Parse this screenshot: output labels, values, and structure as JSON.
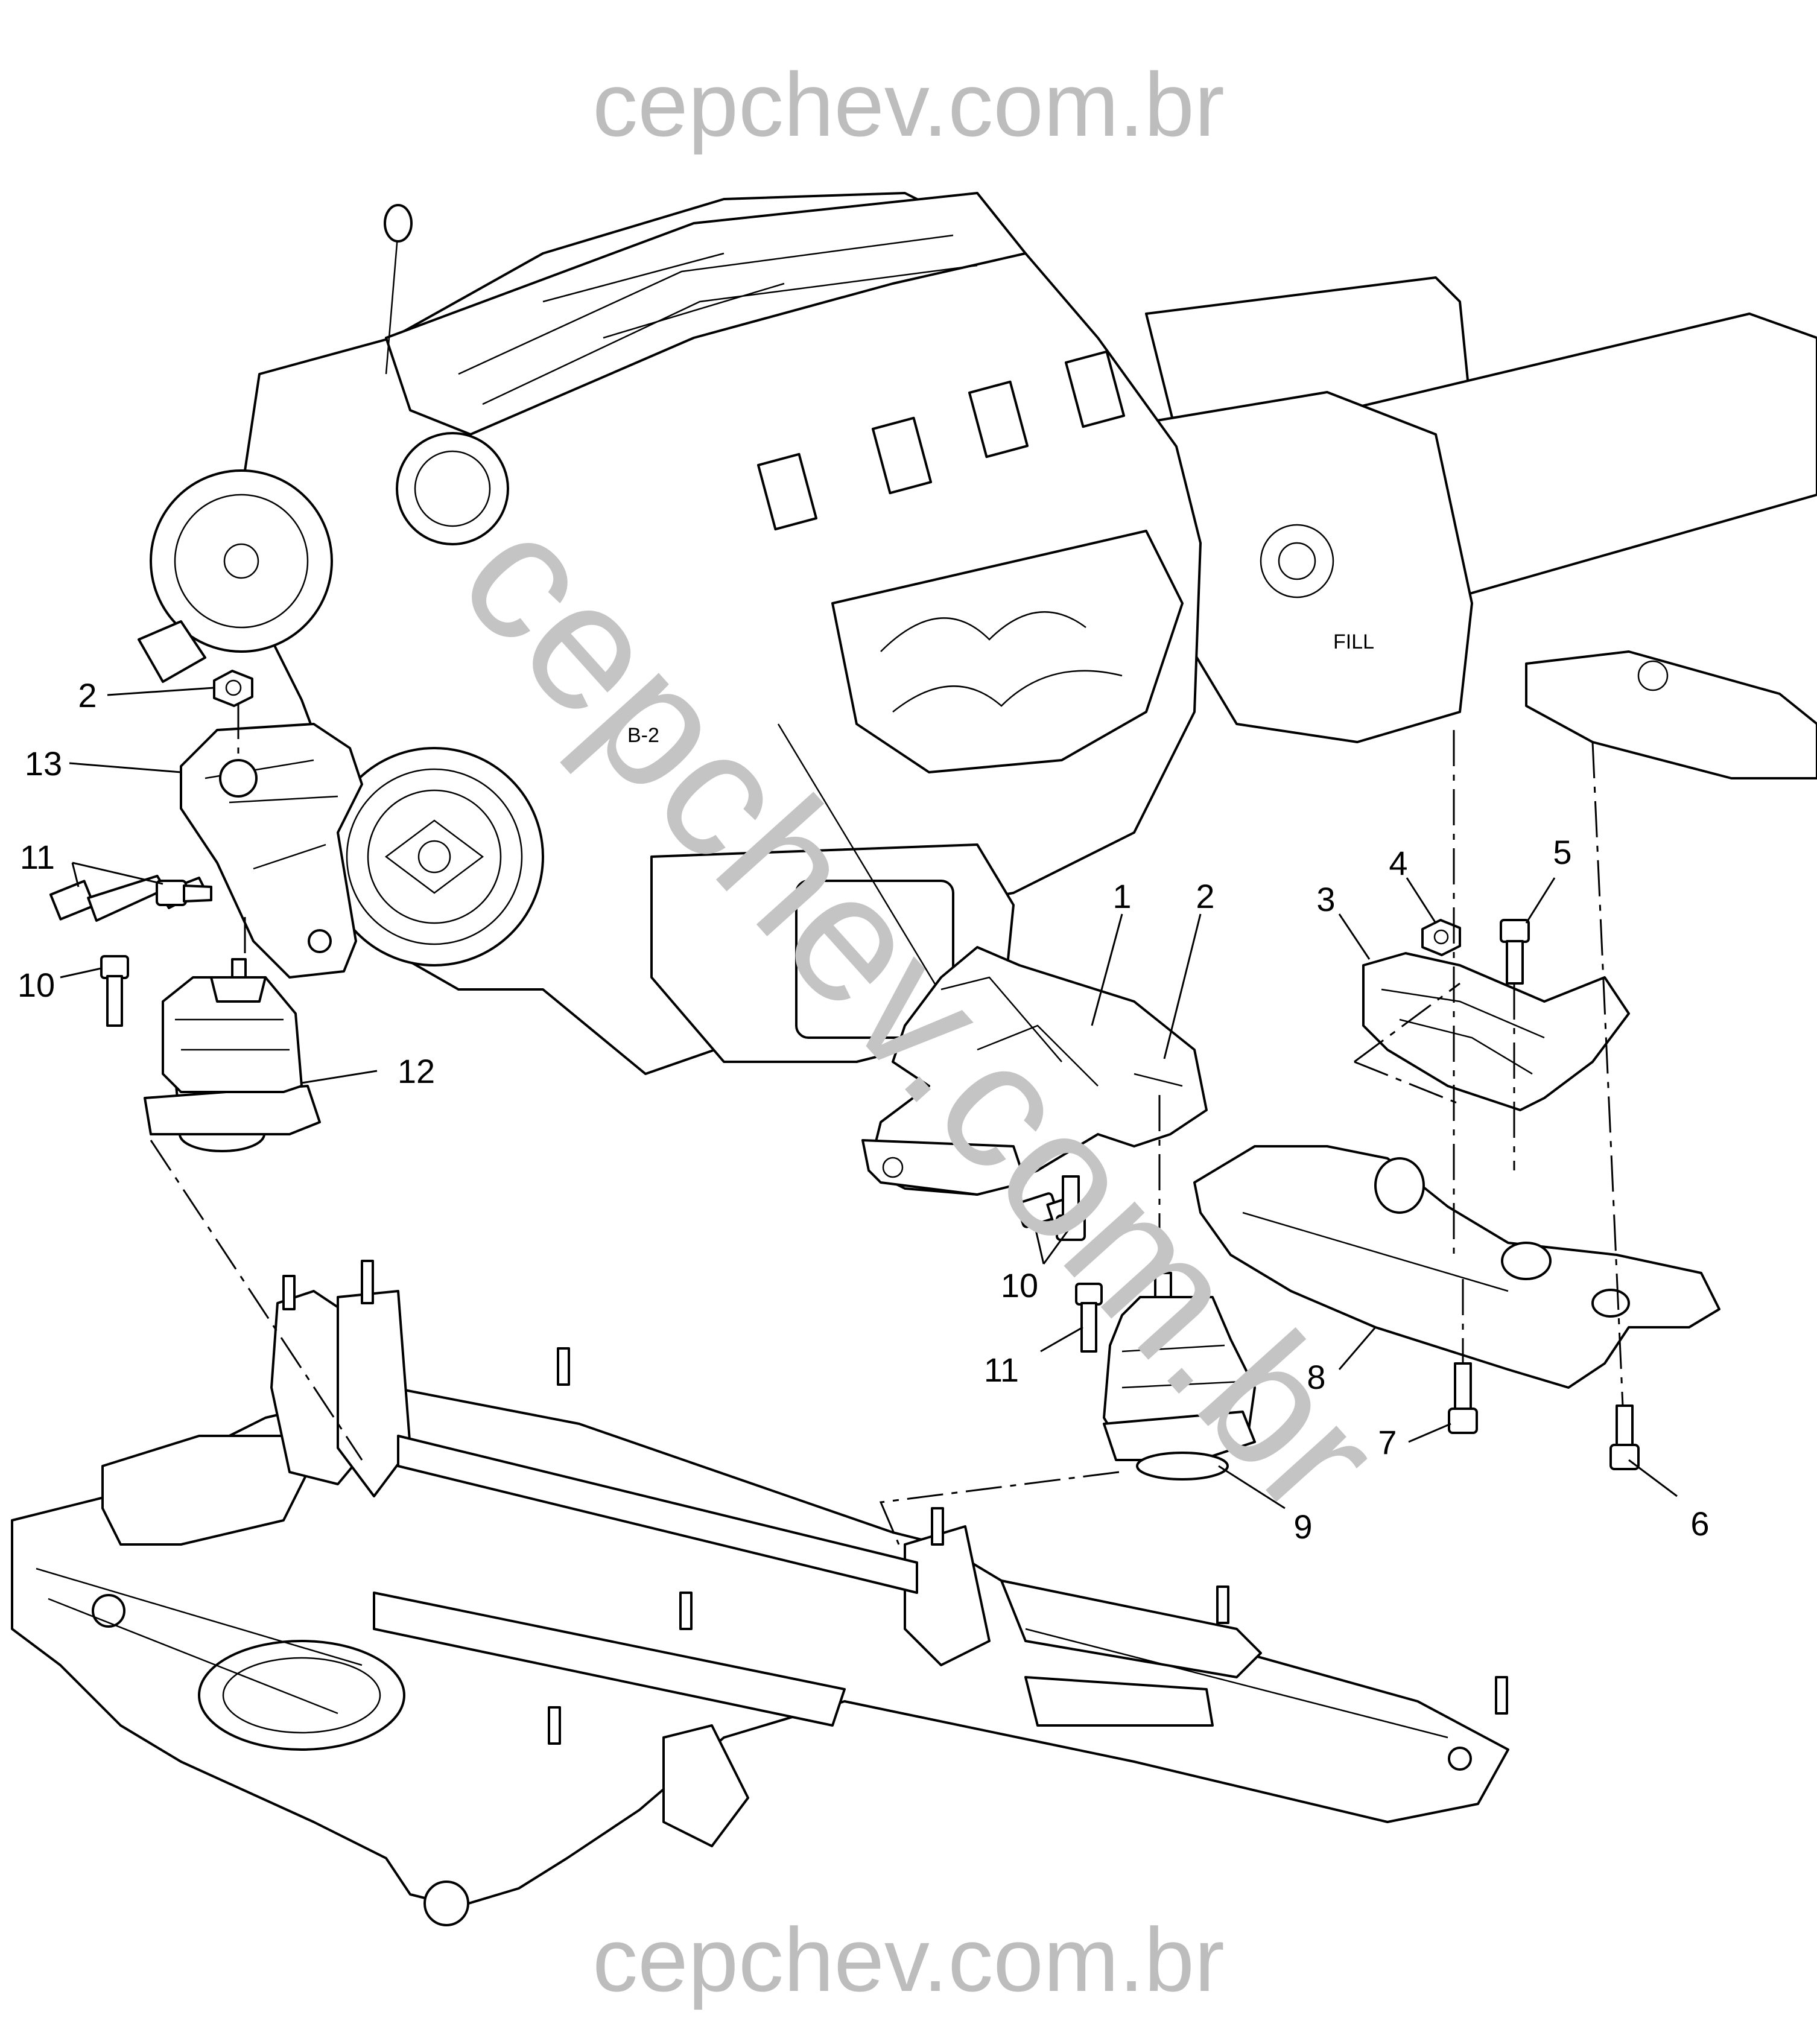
{
  "watermark": {
    "top": "cepchev.com.br",
    "bottom": "cepchev.com.br",
    "diagonal": "cepchev.com.br"
  },
  "callouts": [
    {
      "id": "c1",
      "text": "1"
    },
    {
      "id": "c2a",
      "text": "2"
    },
    {
      "id": "c2b",
      "text": "2"
    },
    {
      "id": "c3",
      "text": "3"
    },
    {
      "id": "c4",
      "text": "4"
    },
    {
      "id": "c5",
      "text": "5"
    },
    {
      "id": "c6",
      "text": "6"
    },
    {
      "id": "c7",
      "text": "7"
    },
    {
      "id": "c8",
      "text": "8"
    },
    {
      "id": "c9",
      "text": "9"
    },
    {
      "id": "c10a",
      "text": "10"
    },
    {
      "id": "c10b",
      "text": "10"
    },
    {
      "id": "c11a",
      "text": "11"
    },
    {
      "id": "c11b",
      "text": "11"
    },
    {
      "id": "c12",
      "text": "12"
    },
    {
      "id": "c13",
      "text": "13"
    }
  ],
  "engine_labels": {
    "bank": "B-2",
    "fill": "FILL"
  }
}
